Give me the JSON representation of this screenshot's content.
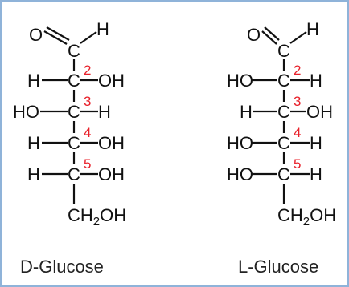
{
  "molecules": [
    {
      "name": "D-Glucose",
      "aldehyde": {
        "oxygen": "O",
        "carbon": "C",
        "hydrogen": "H"
      },
      "centers": [
        {
          "number": "2",
          "left": "H",
          "right": "OH"
        },
        {
          "number": "3",
          "left": "HO",
          "right": "H"
        },
        {
          "number": "4",
          "left": "H",
          "right": "OH"
        },
        {
          "number": "5",
          "left": "H",
          "right": "OH"
        }
      ],
      "center_atom": "C",
      "terminal": {
        "main": "CH",
        "sub": "2",
        "tail": "OH"
      }
    },
    {
      "name": "L-Glucose",
      "aldehyde": {
        "oxygen": "O",
        "carbon": "C",
        "hydrogen": "H"
      },
      "centers": [
        {
          "number": "2",
          "left": "HO",
          "right": "H"
        },
        {
          "number": "3",
          "left": "H",
          "right": "OH"
        },
        {
          "number": "4",
          "left": "HO",
          "right": "H"
        },
        {
          "number": "5",
          "left": "HO",
          "right": "H"
        }
      ],
      "center_atom": "C",
      "terminal": {
        "main": "CH",
        "sub": "2",
        "tail": "OH"
      }
    }
  ],
  "colors": {
    "number": "#e8202a",
    "frame": "#8fb3d9",
    "ink": "#111111"
  }
}
